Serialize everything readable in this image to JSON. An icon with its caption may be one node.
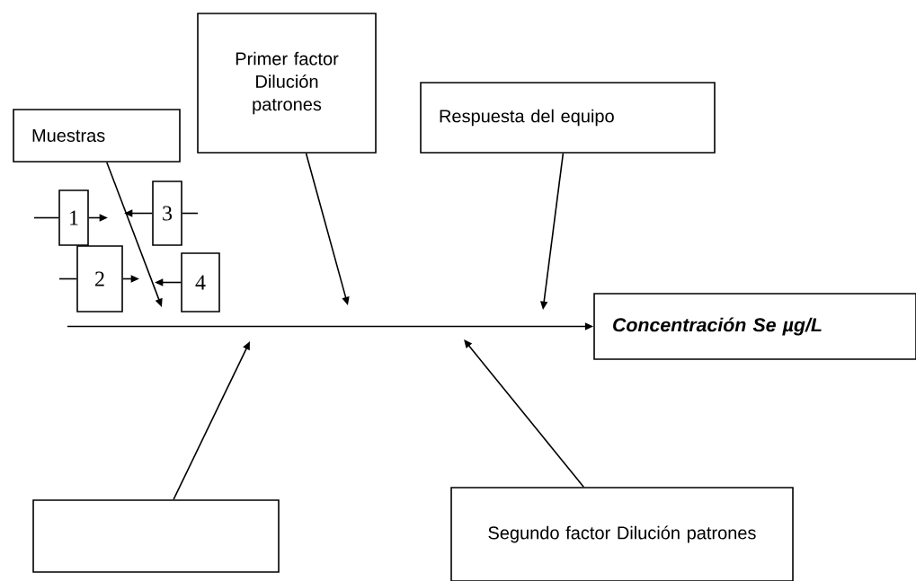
{
  "diagram": {
    "nodes": [
      {
        "text": [
          "Muestras"
        ]
      },
      {
        "text": [
          "Primer factor Dilución patrones"
        ]
      },
      {
        "text": [
          "Respuesta del equipo"
        ]
      },
      {
        "text": [
          "1"
        ]
      },
      {
        "text": [
          "3"
        ]
      },
      {
        "text": [
          "2"
        ]
      },
      {
        "text": [
          "4"
        ]
      },
      {
        "text": [
          "Concentración  Se µg/L"
        ]
      },
      {
        "text": [],
        "shape": "box"
      },
      {
        "text": [
          "Segundo factor Dilución patrones"
        ]
      }
    ],
    "edges": [
      {
        "from": null,
        "to": 7,
        "arrow": "to"
      },
      {
        "from": 0,
        "to": null,
        "arrow": "to"
      },
      {
        "from": 1,
        "to": null,
        "arrow": "to"
      },
      {
        "from": 2,
        "to": null,
        "arrow": "to"
      },
      {
        "from": 8,
        "to": null,
        "arrow": "to"
      },
      {
        "from": 9,
        "to": null,
        "arrow": "to"
      },
      {
        "from": null,
        "to": 3,
        "arrow": "none"
      },
      {
        "from": 3,
        "to": null,
        "arrow": "to"
      },
      {
        "from": null,
        "to": 4,
        "arrow": "none"
      },
      {
        "from": 4,
        "to": null,
        "arrow": "to"
      },
      {
        "from": null,
        "to": 5,
        "arrow": "none"
      },
      {
        "from": 5,
        "to": null,
        "arrow": "to"
      },
      {
        "from": 6,
        "to": null,
        "arrow": "to"
      }
    ]
  }
}
